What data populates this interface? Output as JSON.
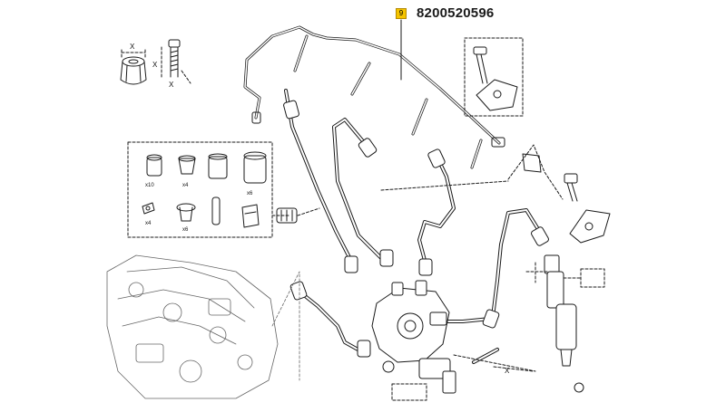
{
  "callout": {
    "badge": "9",
    "badge_color": "#f5c400",
    "part_number": "8200520596"
  },
  "dimension_labels": {
    "x_top_left_1": "X",
    "x_top_left_2": "X",
    "x_top_left_3": "X",
    "x_stud": "X"
  },
  "kit": {
    "qty_1": "x10",
    "qty_2": "x4",
    "qty_3": "x6",
    "qty_4": "x4",
    "qty_5": "x6"
  }
}
